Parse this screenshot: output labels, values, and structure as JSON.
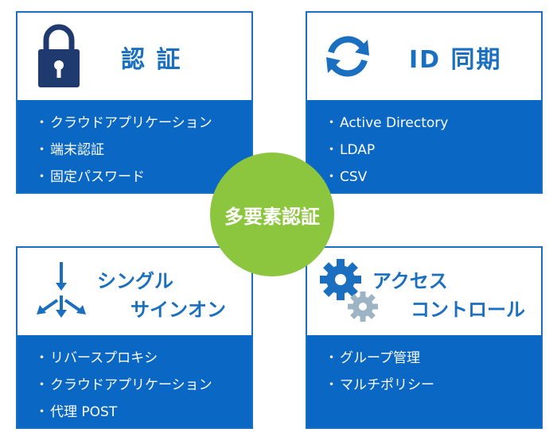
{
  "center": {
    "label": "多要素認証"
  },
  "cards": {
    "auth": {
      "title": "認 証",
      "items": [
        "クラウドアプリケーション",
        "端末認証",
        "固定パスワード"
      ]
    },
    "id_sync": {
      "title": "ID 同期",
      "items": [
        "Active Directory",
        "LDAP",
        "CSV"
      ]
    },
    "sso": {
      "title_line1": "シングル",
      "title_line2": "サインオン",
      "items": [
        "リバースプロキシ",
        "クラウドアプリケーション",
        "代理 POST"
      ]
    },
    "access": {
      "title_line1": "アクセス",
      "title_line2": "コントロール",
      "items": [
        "グループ管理",
        "マルチポリシー"
      ]
    }
  },
  "icons": {
    "auth": "padlock-icon",
    "id_sync": "sync-arrows-icon",
    "sso": "distribute-arrows-icon",
    "access": "gears-icon"
  },
  "colors": {
    "primary_blue": "#0a67c4",
    "title_blue": "#1a6fc0",
    "navy": "#1f3a6e",
    "green": "#8cc63f",
    "gray": "#9db4c4"
  }
}
